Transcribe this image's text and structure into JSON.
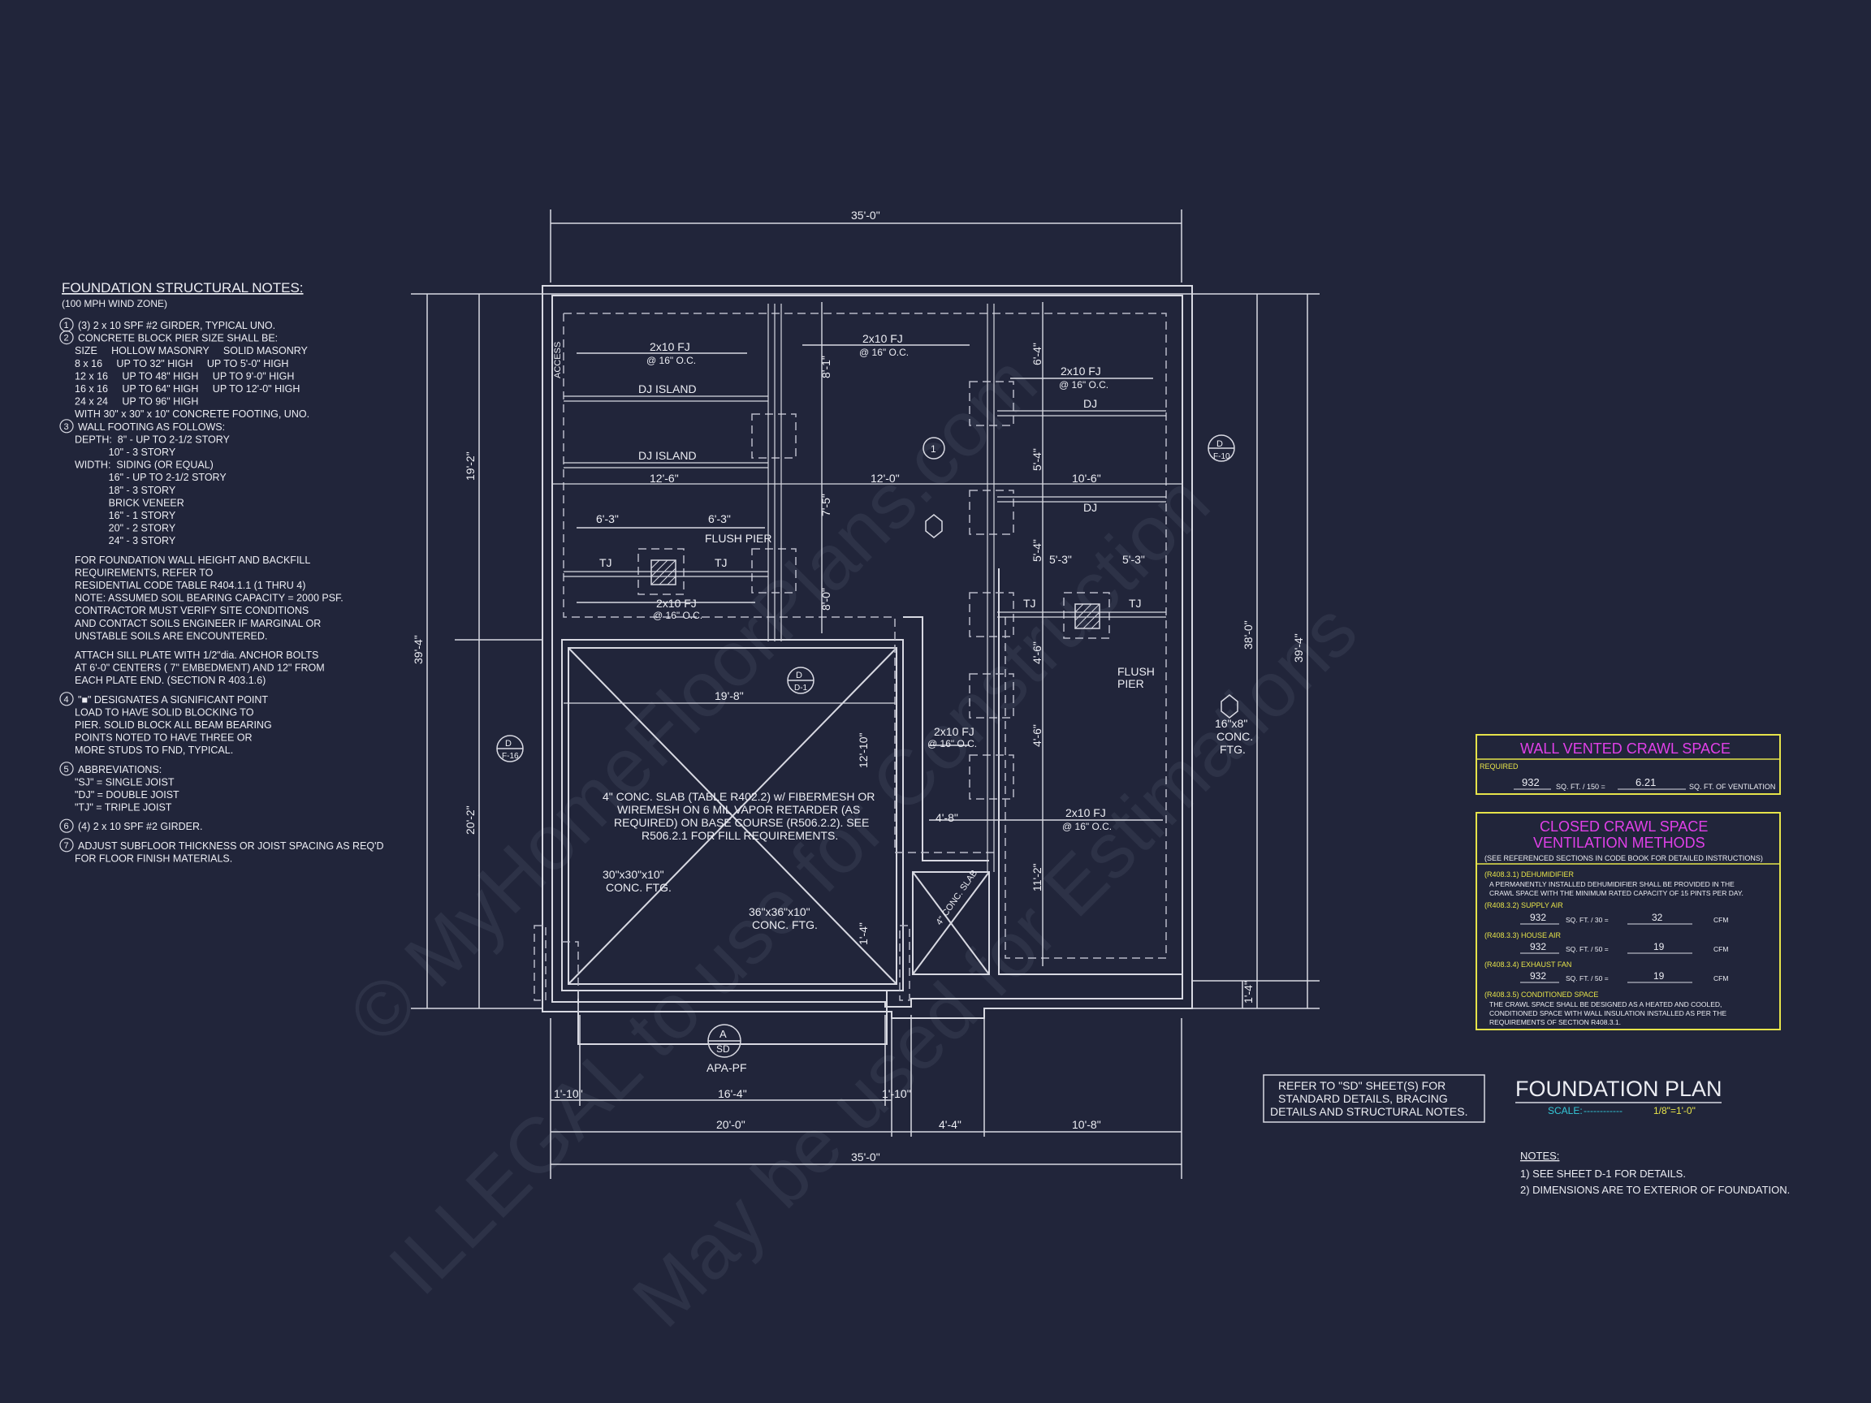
{
  "structural_notes": {
    "title": "FOUNDATION STRUCTURAL NOTES:",
    "subtitle": "(100 MPH WIND ZONE)",
    "lines": [
      {
        "num": "1",
        "text": "(3) 2 x 10 SPF #2 GIRDER, TYPICAL UNO."
      },
      {
        "num": "2",
        "text": "CONCRETE BLOCK PIER SIZE SHALL BE:"
      },
      {
        "num": "",
        "text": "SIZE     HOLLOW MASONRY     SOLID MASONRY"
      },
      {
        "num": "",
        "text": "8 x 16     UP TO 32\" HIGH     UP TO 5'-0\" HIGH"
      },
      {
        "num": "",
        "text": "12 x 16     UP TO 48\" HIGH     UP TO 9'-0\" HIGH"
      },
      {
        "num": "",
        "text": "16 x 16     UP TO 64\" HIGH     UP TO 12'-0\" HIGH"
      },
      {
        "num": "",
        "text": "24 x 24     UP TO 96\" HIGH"
      },
      {
        "num": "",
        "text": "WITH 30\" x 30\" x 10\" CONCRETE FOOTING, UNO."
      },
      {
        "num": "3",
        "text": "WALL FOOTING AS FOLLOWS:"
      },
      {
        "num": "",
        "text": "DEPTH:  8\" - UP TO 2-1/2 STORY"
      },
      {
        "num": "",
        "text": "            10\" - 3 STORY"
      },
      {
        "num": "",
        "text": "WIDTH:  SIDING (OR EQUAL)"
      },
      {
        "num": "",
        "text": "            16\" - UP TO 2-1/2 STORY"
      },
      {
        "num": "",
        "text": "            18\" - 3 STORY"
      },
      {
        "num": "",
        "text": "            BRICK VENEER"
      },
      {
        "num": "",
        "text": "            16\" - 1 STORY"
      },
      {
        "num": "",
        "text": "            20\" - 2 STORY"
      },
      {
        "num": "",
        "text": "            24\" - 3 STORY"
      },
      {
        "num": "",
        "text": ""
      },
      {
        "num": "",
        "text": "FOR FOUNDATION WALL HEIGHT AND BACKFILL"
      },
      {
        "num": "",
        "text": "REQUIREMENTS, REFER TO"
      },
      {
        "num": "",
        "text": "RESIDENTIAL CODE TABLE R404.1.1 (1 THRU 4)"
      },
      {
        "num": "",
        "text": "NOTE: ASSUMED SOIL BEARING CAPACITY = 2000 PSF."
      },
      {
        "num": "",
        "text": "CONTRACTOR MUST VERIFY SITE CONDITIONS"
      },
      {
        "num": "",
        "text": "AND CONTACT SOILS ENGINEER IF MARGINAL OR"
      },
      {
        "num": "",
        "text": "UNSTABLE SOILS ARE ENCOUNTERED."
      },
      {
        "num": "",
        "text": ""
      },
      {
        "num": "",
        "text": "ATTACH SILL PLATE WITH 1/2\"dia. ANCHOR BOLTS"
      },
      {
        "num": "",
        "text": "AT 6'-0\" CENTERS ( 7\" EMBEDMENT) AND 12\" FROM"
      },
      {
        "num": "",
        "text": "EACH PLATE END. (SECTION R 403.1.6)"
      },
      {
        "num": "",
        "text": ""
      },
      {
        "num": "4",
        "text": "\"■\" DESIGNATES A SIGNIFICANT POINT"
      },
      {
        "num": "",
        "text": "LOAD TO HAVE SOLID BLOCKING TO"
      },
      {
        "num": "",
        "text": "PIER. SOLID BLOCK ALL BEAM BEARING"
      },
      {
        "num": "",
        "text": "POINTS NOTED TO HAVE THREE OR"
      },
      {
        "num": "",
        "text": "MORE STUDS TO FND, TYPICAL."
      },
      {
        "num": "",
        "text": ""
      },
      {
        "num": "5",
        "text": "ABBREVIATIONS:"
      },
      {
        "num": "",
        "text": "\"SJ\" = SINGLE JOIST"
      },
      {
        "num": "",
        "text": "\"DJ\" = DOUBLE JOIST"
      },
      {
        "num": "",
        "text": "\"TJ\" = TRIPLE JOIST"
      },
      {
        "num": "",
        "text": ""
      },
      {
        "num": "6",
        "text": "(4) 2 x 10 SPF #2 GIRDER."
      },
      {
        "num": "",
        "text": ""
      },
      {
        "num": "7",
        "text": "ADJUST SUBFLOOR THICKNESS OR JOIST SPACING AS REQ'D"
      },
      {
        "num": "",
        "text": "FOR FLOOR FINISH MATERIALS."
      }
    ]
  },
  "plan_labels": {
    "dim_top": "35'-0\"",
    "dim_bottom_total": "35'-0\"",
    "dim_bottom_20": "20'-0\"",
    "dim_bottom_4_4": "4'-4\"",
    "dim_bottom_10_8": "10'-8\"",
    "dim_bottom_1_10a": "1'-10\"",
    "dim_bottom_16_4": "16'-4\"",
    "dim_bottom_1_10b": "1'-10\"",
    "dim_left_outer": "39'-4\"",
    "dim_left_19_2": "19'-2\"",
    "dim_left_20_2": "20'-2\"",
    "dim_right_outer": "39'-4\"",
    "dim_right_38_0": "38'-0\"",
    "dim_right_1_4": "1'-4\"",
    "fj_1": "2x10 FJ",
    "fj_1_oc": "@ 16\" O.C.",
    "fj_2": "2x10 FJ",
    "fj_2_oc": "@ 16\" O.C.",
    "fj_3": "2x10 FJ",
    "fj_3_oc": "@ 16\" O.C.",
    "fj_4": "2x10 FJ",
    "fj_4_oc": "@ 16\" O.C.",
    "fj_5": "2x10 FJ",
    "fj_5_oc": "@ 16\" O.C.",
    "fj_6": "2x10 FJ",
    "fj_6_oc": "@ 16\" O.C.",
    "dj_island_1": "DJ ISLAND",
    "dj_island_2": "DJ ISLAND",
    "dj_1": "DJ",
    "dj_2": "DJ",
    "tj_1": "TJ",
    "tj_2": "TJ",
    "tj_3": "TJ",
    "tj_4": "TJ",
    "access": "ACCESS",
    "flush_pier_1": "FLUSH PIER",
    "flush_pier_2a": "FLUSH",
    "flush_pier_2b": "PIER",
    "d12_6": "12'-6\"",
    "d12_0": "12'-0\"",
    "d10_6": "10'-6\"",
    "d6_3a": "6'-3\"",
    "d6_3b": "6'-3\"",
    "d5_3a": "5'-3\"",
    "d5_3b": "5'-3\"",
    "d19_8": "19'-8\"",
    "d12_10": "12'-10\"",
    "d4_8": "4'-8\"",
    "d8_1": "8'-1\"",
    "d7_5": "7'-5\"",
    "d8_0": "8'-0\"",
    "d6_4": "6'-4\"",
    "d5_4a": "5'-4\"",
    "d5_4b": "5'-4\"",
    "d4_6a": "4'-6\"",
    "d4_6b": "4'-6\"",
    "d11_2": "11'-2\"",
    "d1_4": "1'-4\"",
    "slab_note": [
      "4\" CONC. SLAB (TABLE R402.2) w/ FIBERMESH OR",
      "WIREMESH ON 6 MIL VAPOR RETARDER (AS",
      "REQUIRED) ON BASE COURSE (R506.2.2). SEE",
      "R506.2.1 FOR FILL REQUIREMENTS."
    ],
    "ftg_30_a": "30\"x30\"x10\"",
    "ftg_30_b": "CONC. FTG.",
    "ftg_36_a": "36\"x36\"x10\"",
    "ftg_36_b": "CONC. FTG.",
    "ftg_16_a": "16\"x8\"",
    "ftg_16_b": "CONC.",
    "ftg_16_c": "FTG.",
    "conc_slab_small": "4\" CONC. SLAB",
    "section_a_top": "A",
    "section_a_bot": "SD",
    "apa_pf": "APA-PF",
    "tag_1": "1",
    "tag_d_f10_top": "D",
    "tag_d_f10_bot": "F-10",
    "tag_d_f16_top": "D",
    "tag_d_f16_bot": "F-16",
    "tag_d_mid_top": "D",
    "tag_d_mid_bot": "D-1"
  },
  "wall_vented": {
    "title": "WALL VENTED CRAWL SPACE",
    "required": "REQUIRED",
    "sqft_value": "932",
    "sqft_label": "SQ. FT. / 150 =",
    "vent_value": "6.21",
    "vent_label": "SQ. FT. OF VENTILATION"
  },
  "closed_crawl": {
    "title_1": "CLOSED CRAWL SPACE",
    "title_2": "VENTILATION METHODS",
    "subtitle": "(SEE REFERENCED SECTIONS IN CODE BOOK FOR DETAILED INSTRUCTIONS)",
    "dehum_head": "(R408.3.1) DEHUMIDIFIER",
    "dehum_1": "A PERMANENTLY INSTALLED DEHUMIDIFIER SHALL BE PROVIDED IN THE",
    "dehum_2": "CRAWL SPACE WITH THE MINIMUM RATED CAPACITY OF 15 PINTS PER DAY.",
    "supply_head": "(R408.3.2) SUPPLY AIR",
    "supply_sqft": "932",
    "supply_label": "SQ. FT. / 30 =",
    "supply_val": "32",
    "house_head": "(R408.3.3) HOUSE AIR",
    "house_sqft": "932",
    "house_label": "SQ. FT. / 50 =",
    "house_val": "19",
    "exhaust_head": "(R408.3.4) EXHAUST FAN",
    "exhaust_sqft": "932",
    "exhaust_label": "SQ. FT. / 50 =",
    "exhaust_val": "19",
    "cfm": "CFM",
    "cond_head": "(R408.3.5) CONDITIONED SPACE",
    "cond_1": "THE CRAWL SPACE SHALL BE DESIGNED AS A HEATED AND COOLED,",
    "cond_2": "CONDITIONED SPACE WITH WALL INSULATION INSTALLED AS PER THE",
    "cond_3": "REQUIREMENTS OF SECTION R408.3.1."
  },
  "refer_box": [
    "REFER TO \"SD\" SHEET(S) FOR",
    "STANDARD DETAILS, BRACING",
    "DETAILS AND STRUCTURAL NOTES."
  ],
  "title_block": {
    "title": "FOUNDATION PLAN",
    "scale_label": "SCALE:",
    "scale_dashes": "------------",
    "scale_value": "1/8\"=1'-0\""
  },
  "bottom_notes": {
    "head": "NOTES:",
    "n1": "1)  SEE SHEET D-1 FOR DETAILS.",
    "n2": "2)  DIMENSIONS ARE TO EXTERIOR OF FOUNDATION."
  },
  "watermark": {
    "line1": "© MyHomeFloorPlans.com",
    "line2": "ILLEGAL to use for Construction",
    "line3": "May be used for Estimations"
  },
  "colors": {
    "background": "#21253a",
    "linework": "#d8d9e2",
    "accent_yellow": "#e6e34a",
    "accent_magenta": "#e040e8",
    "accent_cyan": "#34c8d8"
  }
}
